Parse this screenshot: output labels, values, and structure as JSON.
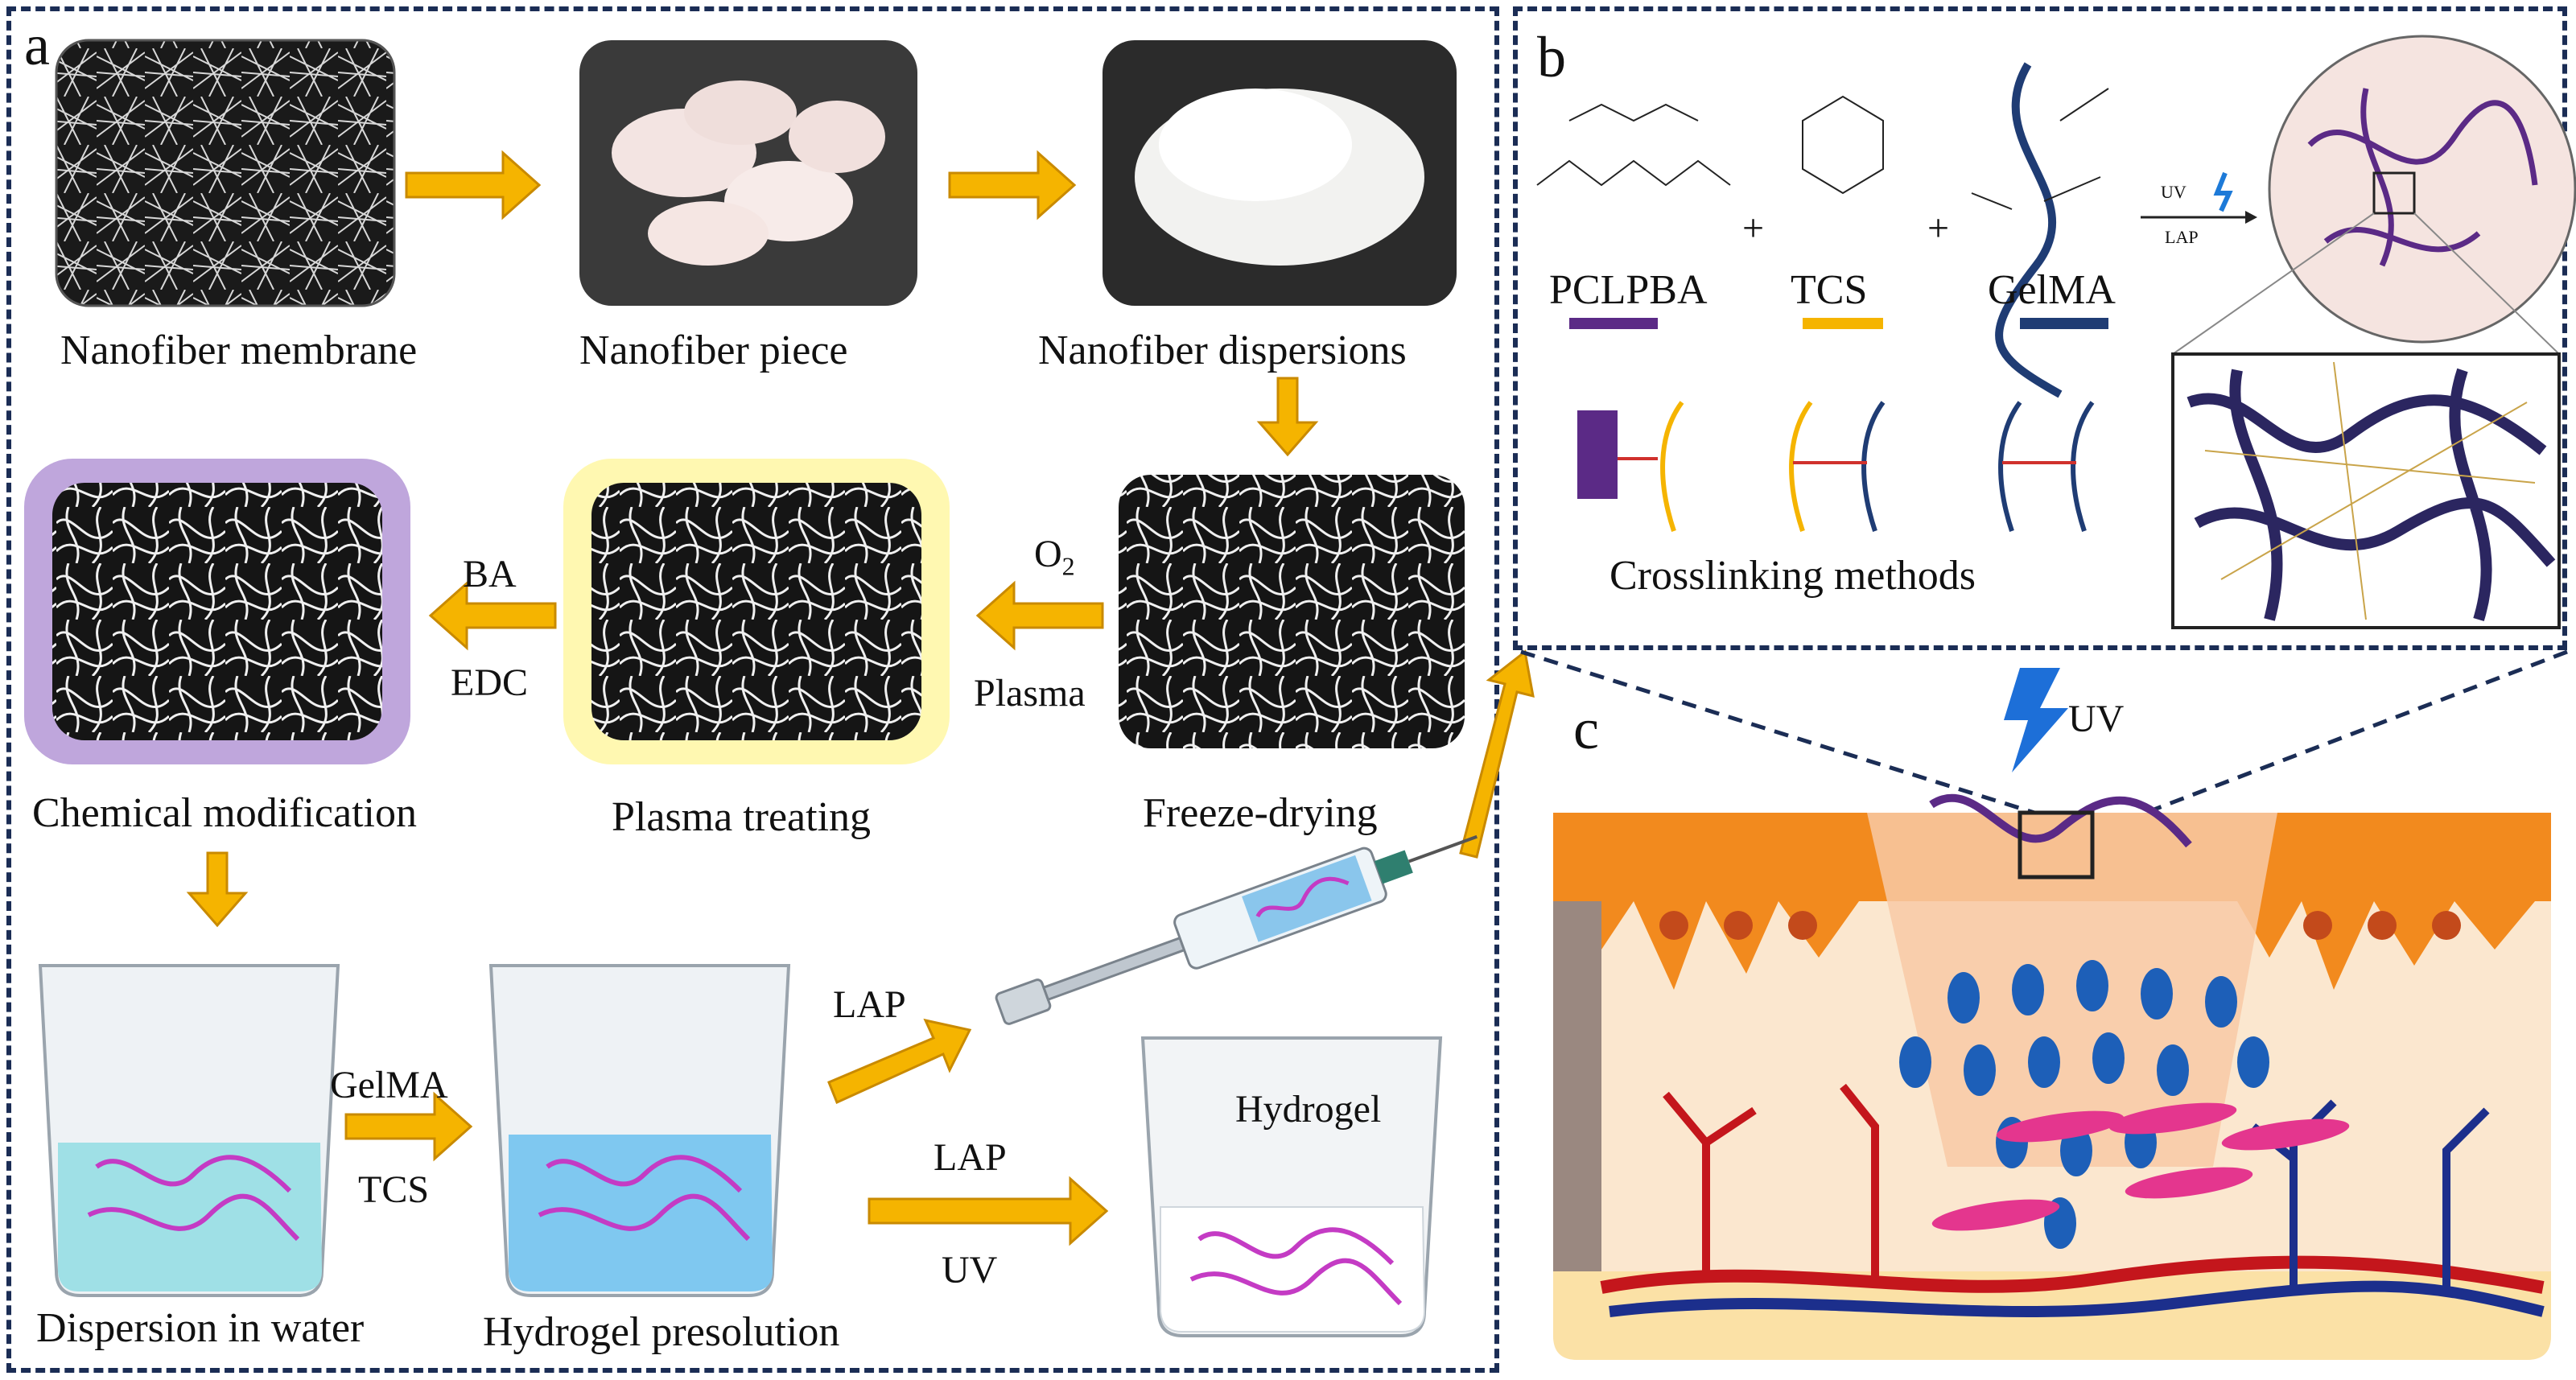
{
  "panels": {
    "a": "a",
    "b": "b",
    "c": "c"
  },
  "stage_labels": {
    "membrane": "Nanofiber membrane",
    "piece": "Nanofiber piece",
    "dispersions": "Nanofiber dispersions",
    "freeze_drying": "Freeze-drying",
    "plasma_treating": "Plasma treating",
    "chemical_modification": "Chemical modification",
    "dispersion_in_water": "Dispersion in water",
    "hydrogel_presolution": "Hydrogel presolution",
    "hydrogel": "Hydrogel"
  },
  "arrow_labels": {
    "o2": "O",
    "o2_sub": "2",
    "plasma": "Plasma",
    "ba": "BA",
    "edc": "EDC",
    "gelma": "GelMA",
    "tcs": "TCS",
    "lap_top": "LAP",
    "lap_mid": "LAP",
    "uv_bottom": "UV"
  },
  "panel_b": {
    "components": [
      "PCLPBA",
      "TCS",
      "GelMA"
    ],
    "plus": "+",
    "uv": "UV",
    "lap": "LAP",
    "crosslinking": "Crosslinking methods"
  },
  "panel_c": {
    "uv": "UV"
  },
  "colors": {
    "arrow": "#f5b400",
    "arrow_stroke": "#c98a00",
    "frame": "#1b2d55",
    "pclpba": "#5b2a86",
    "tcs": "#f5b400",
    "gelma": "#1f3c74",
    "crosslink": "#d0312d",
    "skin_orange": "#f28a1e",
    "nucleus": "#1d5fb8",
    "vessel_red": "#c4161c",
    "vessel_blue": "#1c2f8c",
    "magenta": "#e4368e"
  }
}
